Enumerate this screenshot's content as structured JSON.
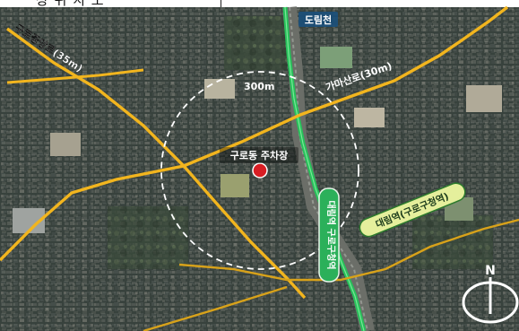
{
  "header_clip": {
    "text": "상 위 치 도"
  },
  "labels": {
    "dorimcheon": "도림천",
    "guroilro": "구로중앙로(35m)",
    "gamasanro": "가마산로(30m)",
    "radius": "300m",
    "site": "구로동 주차장",
    "daerim_station": "대림역(구로구청역)",
    "daerim_guro_line": "대림역 구로구청역",
    "north": "N"
  },
  "legend_colors": {
    "major_road": "#f2b51e",
    "stream": "#27c15a",
    "site_marker": "#d81e24",
    "radius_ring": "#ffffff"
  },
  "icons": {
    "north_arrow": "compass-north-icon",
    "site_marker": "location-dot-icon"
  }
}
